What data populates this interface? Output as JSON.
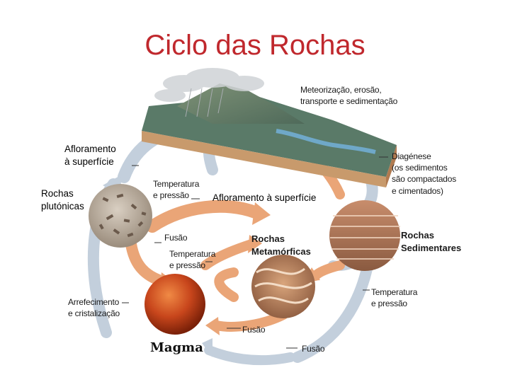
{
  "title": "Ciclo das Rochas",
  "labels": {
    "weathering": [
      "Meteorização, erosão,",
      "transporte e sedimentação"
    ],
    "diagenesis": [
      "Diagénese",
      "(os sedimentos",
      "são compactados",
      "e cimentados)"
    ],
    "outcrop_left": [
      "Afloramento",
      "à superfície"
    ],
    "plutonic": [
      "Rochas",
      "plutónicas"
    ],
    "temp_pressure_top": [
      "Temperatura",
      "e pressão"
    ],
    "outcrop_center": "Afloramento à superfície",
    "fusion_left": "Fusão",
    "metamorphic": [
      "Rochas",
      "Metamórficas"
    ],
    "sedimentary": [
      "Rochas",
      "Sedimentares"
    ],
    "temp_pressure_mid": [
      "Temperatura",
      "e pressão"
    ],
    "temp_pressure_right": [
      "Temperatura",
      "e pressão"
    ],
    "cooling": [
      "Arrefecimento",
      "e cristalização"
    ],
    "fusion_center": "Fusão",
    "fusion_bottom": "Fusão",
    "magma": "Magma"
  },
  "colors": {
    "title": "#c0282d",
    "arrow_blue": "#b9c8d8",
    "arrow_orange": "#e8a070",
    "magma_core": "#c8461c"
  }
}
